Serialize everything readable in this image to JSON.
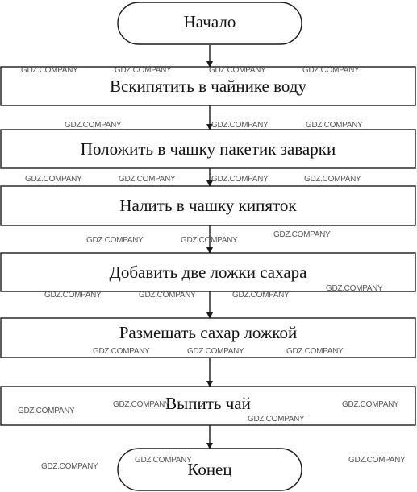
{
  "diagram": {
    "type": "flowchart",
    "start": "Начало",
    "steps": [
      "Вскипятить в чайнике воду",
      "Положить в чашку пакетик заварки",
      "Налить в чашку кипяток",
      "Добавить две ложки сахара",
      "Размешать сахар ложкой",
      "Выпить чай"
    ],
    "end": "Конец"
  },
  "watermark": {
    "text": "GDZ.COMPANY"
  }
}
